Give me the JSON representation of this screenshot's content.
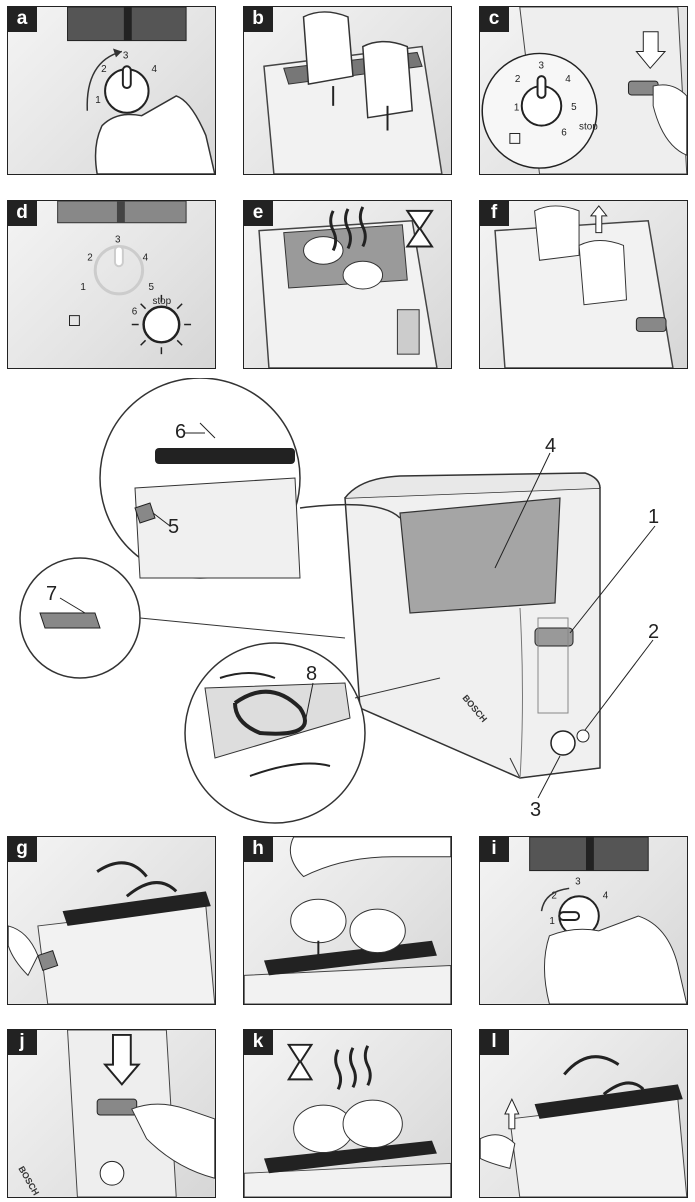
{
  "panels": {
    "a": {
      "tag": "a",
      "dial": [
        "1",
        "2",
        "3",
        "4"
      ]
    },
    "b": {
      "tag": "b"
    },
    "c": {
      "tag": "c",
      "dial": [
        "1",
        "2",
        "3",
        "4",
        "5",
        "6"
      ],
      "stop": "stop"
    },
    "d": {
      "tag": "d",
      "dial": [
        "1",
        "2",
        "3",
        "4",
        "5",
        "6"
      ],
      "stop": "stop"
    },
    "e": {
      "tag": "e"
    },
    "f": {
      "tag": "f"
    },
    "g": {
      "tag": "g"
    },
    "h": {
      "tag": "h"
    },
    "i": {
      "tag": "i",
      "dial": [
        "1",
        "2",
        "3",
        "4"
      ]
    },
    "j": {
      "tag": "j",
      "brand": "BOSCH"
    },
    "k": {
      "tag": "k"
    },
    "l": {
      "tag": "l"
    }
  },
  "main": {
    "brand": "BOSCH",
    "callouts": [
      "1",
      "2",
      "3",
      "4",
      "5",
      "6",
      "7",
      "8"
    ]
  }
}
